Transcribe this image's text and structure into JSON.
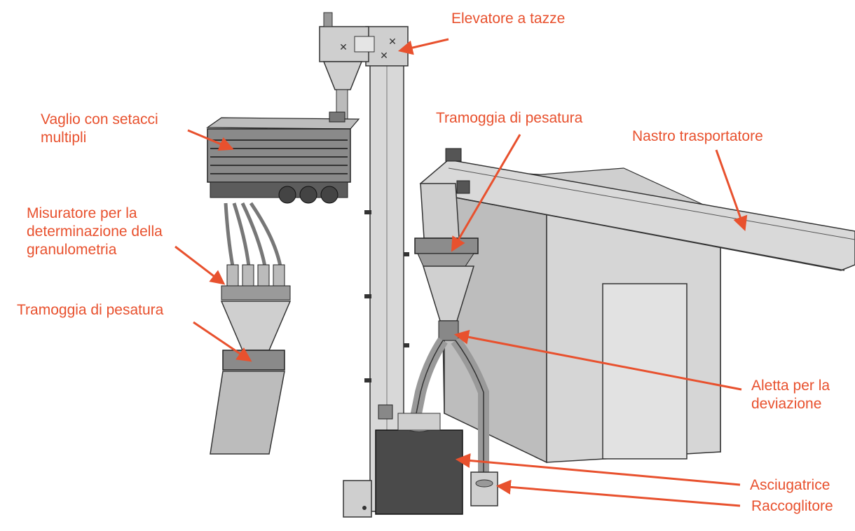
{
  "accent_color": "#e8512e",
  "labels": {
    "elevatore": "Elevatore a tazze",
    "vaglio": [
      "Vaglio con setacci",
      "multipli"
    ],
    "tramoggia_right": "Tramoggia di pesatura",
    "nastro": "Nastro trasportatore",
    "misuratore": [
      "Misuratore per la",
      "determinazione della",
      "granulometria"
    ],
    "tramoggia_left": "Tramoggia di pesatura",
    "aletta": [
      "Aletta per la",
      "deviazione"
    ],
    "asciugatrice": "Asciugatrice",
    "raccoglitore": "Raccoglitore"
  }
}
